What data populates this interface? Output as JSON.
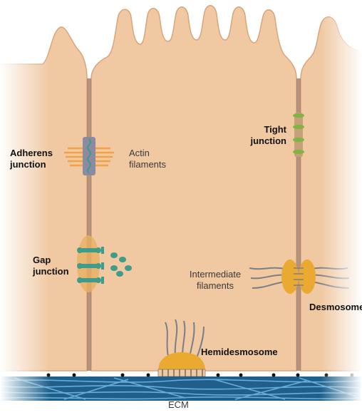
{
  "labels": {
    "adherens": [
      "Adherens",
      "junction"
    ],
    "actin": [
      "Actin",
      "filaments"
    ],
    "tight": [
      "Tight",
      "junction"
    ],
    "gap": [
      "Gap",
      "junction"
    ],
    "intermediate": [
      "Intermediate",
      "filaments"
    ],
    "desmosome": "Desmosome",
    "hemidesmosome": "Hemidesmosome",
    "ecm": "ECM"
  },
  "colors": {
    "cell_fill": "#f0c8a2",
    "cell_edge": "#d8a57c",
    "membrane_gap": "#a87f66",
    "plaque_orange": "#eaaa32",
    "connexin_teal": "#3f9b8a",
    "tight_green": "#7fb541",
    "adherens_gray": "#8c8aa0",
    "actin_orange": "#f2a03a",
    "filament_gray": "#7a7f86",
    "ecm_blue": "#2f6f9a"
  }
}
